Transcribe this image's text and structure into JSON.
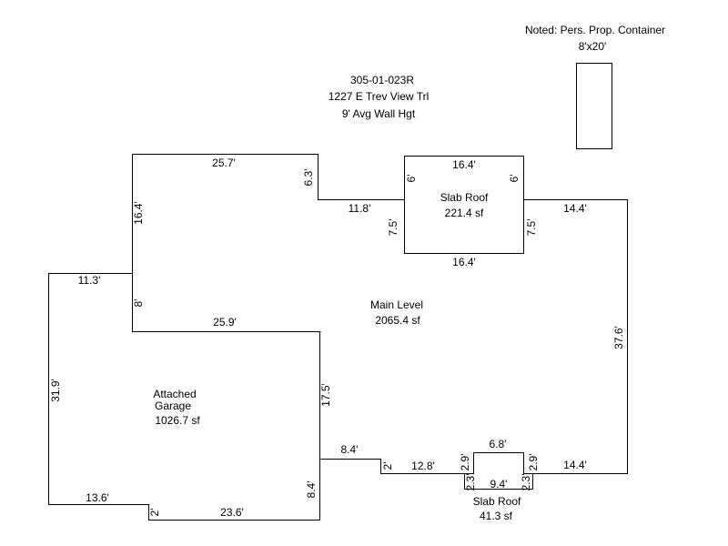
{
  "header": {
    "parcel_id": "305-01-023R",
    "address": "1227 E Trev View Trl",
    "wall_height": "9' Avg Wall Hgt"
  },
  "note": {
    "label": "Noted: Pers. Prop. Container",
    "size": "8'x20'"
  },
  "areas": {
    "main": {
      "name": "Main Level",
      "area": "2065.4 sf"
    },
    "slab_roof_top": {
      "name": "Slab Roof",
      "area": "221.4 sf"
    },
    "garage": {
      "name_line1": "Attached",
      "name_line2": "Garage",
      "area": "1026.7 sf"
    },
    "slab_roof_bottom": {
      "name": "Slab Roof",
      "area": "41.3 sf"
    }
  },
  "dimensions": {
    "top_wall": "25.7'",
    "notch_drop": "6.3'",
    "notch_run": "11.8'",
    "left_upper": "16.4'",
    "step_in": "11.3'",
    "left_step": "8'",
    "garage_top": "25.9'",
    "garage_left": "31.9'",
    "garage_right": "17.5'",
    "garage_bottom_left": "13.6'",
    "garage_jog": "2'",
    "garage_bottom": "23.6'",
    "garage_right_low": "8.4'",
    "lower_run": "8.4'",
    "lower_jog": "2'",
    "lower_run2": "12.8'",
    "right_wall": "37.6'",
    "right_top": "14.4'",
    "right_bottom": "14.4'",
    "slab_top_top": "16.4'",
    "slab_top_bottom": "16.4'",
    "slab_top_left_upper": "6'",
    "slab_top_left_lower": "7.5'",
    "slab_top_right_upper": "6'",
    "slab_top_right_lower": "7.5'",
    "slab_bot_top": "6.8'",
    "slab_bot_left_upper": "2.9'",
    "slab_bot_right_upper": "2.9'",
    "slab_bot_left_lower": "2.3'",
    "slab_bot_right_lower": "2.3'",
    "slab_bot_bottom": "9.4'"
  }
}
